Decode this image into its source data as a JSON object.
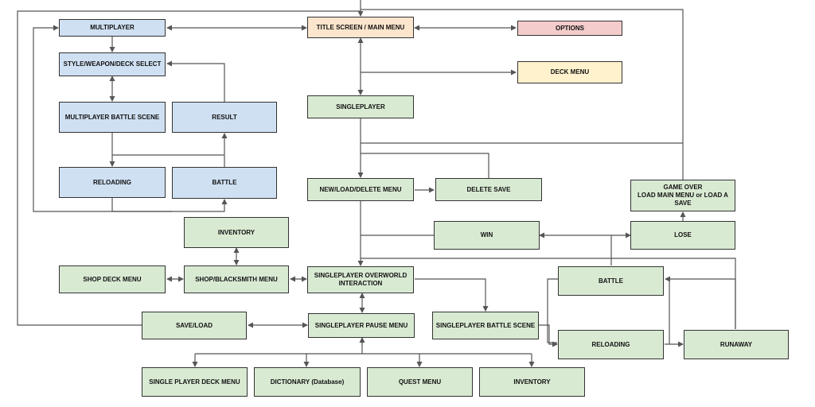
{
  "nodes": {
    "multiplayer": "MULTIPLAYER",
    "title": "TITLE SCREEN / MAIN MENU",
    "options": "OPTIONS",
    "style_select": "STYLE/WEAPON/DECK SELECT",
    "deck_menu": "DECK MENU",
    "mp_battle_scene": "MULTIPLAYER BATTLE SCENE",
    "result": "RESULT",
    "singleplayer": "SINGLEPLAYER",
    "reloading_mp": "RELOADING",
    "battle_mp": "BATTLE",
    "new_load_delete": "NEW/LOAD/DELETE MENU",
    "delete_save": "DELETE SAVE",
    "game_over": "GAME OVER\nLOAD MAIN MENU or LOAD A SAVE",
    "inventory_top": "INVENTORY",
    "win": "WIN",
    "lose": "LOSE",
    "shop_deck": "SHOP DECK MENU",
    "shop_blacksmith": "SHOP/BLACKSMITH MENU",
    "overworld": "SINGLEPLAYER OVERWORLD\nINTERACTION",
    "battle_sp": "BATTLE",
    "save_load": "SAVE/LOAD",
    "pause": "SINGLEPLAYER PAUSE MENU",
    "sp_battle_scene": "SINGLEPLAYER BATTLE SCENE",
    "reloading_sp": "RELOADING",
    "runaway": "RUNAWAY",
    "sp_deck_menu": "SINGLE PLAYER DECK MENU",
    "dictionary": "DICTIONARY (Database)",
    "quest": "QUEST MENU",
    "inventory_bottom": "INVENTORY"
  },
  "colors": {
    "multiplayer": "#cfe0f2",
    "singleplayer": "#d9ead3",
    "main_menu": "#fce5cd",
    "options": "#f4cccc",
    "deck_menu": "#fff2cc",
    "edge": "#555555"
  }
}
